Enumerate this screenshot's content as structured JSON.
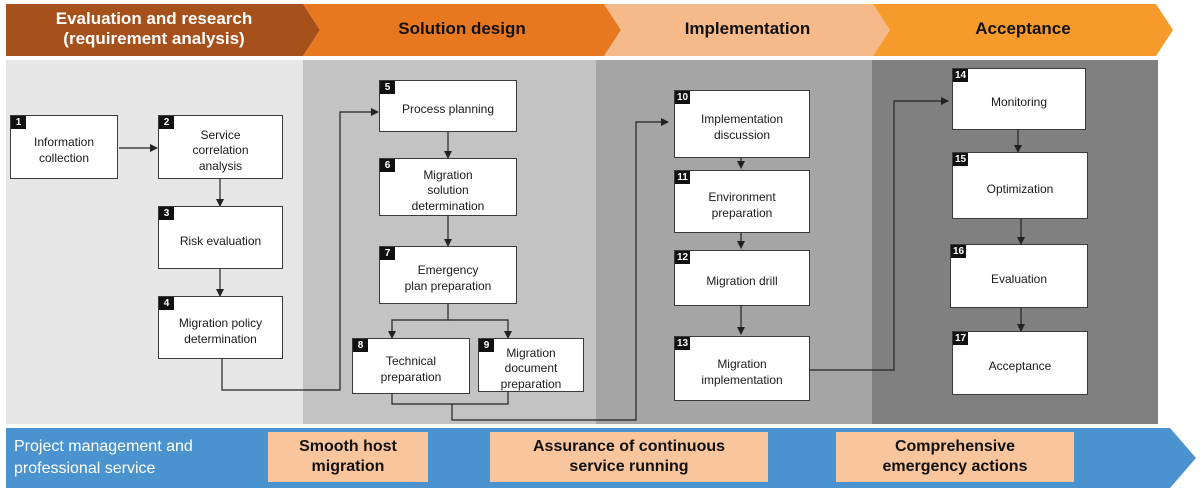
{
  "colors": {
    "phase1": "#a6511c",
    "phase2": "#e8781f",
    "phase3": "#f6b98a",
    "phase4": "#f79a2c",
    "col1": "#e6e6e6",
    "col2": "#c3c3c3",
    "col3": "#a5a5a5",
    "col4": "#808080",
    "footer_arrow": "#4b93cf",
    "highlight": "#f9c59d"
  },
  "phases": [
    {
      "label": "Evaluation and research\n(requirement analysis)"
    },
    {
      "label": "Solution design"
    },
    {
      "label": "Implementation"
    },
    {
      "label": "Acceptance"
    }
  ],
  "steps": [
    {
      "num": "1",
      "label": "Information\ncollection"
    },
    {
      "num": "2",
      "label": "Service\ncorrelation\nanalysis"
    },
    {
      "num": "3",
      "label": "Risk evaluation"
    },
    {
      "num": "4",
      "label": "Migration policy\ndetermination"
    },
    {
      "num": "5",
      "label": "Process planning"
    },
    {
      "num": "6",
      "label": "Migration\nsolution\ndetermination"
    },
    {
      "num": "7",
      "label": "Emergency\nplan preparation"
    },
    {
      "num": "8",
      "label": "Technical\npreparation"
    },
    {
      "num": "9",
      "label": "Migration\ndocument\npreparation"
    },
    {
      "num": "10",
      "label": "Implementation\ndiscussion"
    },
    {
      "num": "11",
      "label": "Environment\npreparation"
    },
    {
      "num": "12",
      "label": "Migration drill"
    },
    {
      "num": "13",
      "label": "Migration\nimplementation"
    },
    {
      "num": "14",
      "label": "Monitoring"
    },
    {
      "num": "15",
      "label": "Optimization"
    },
    {
      "num": "16",
      "label": "Evaluation"
    },
    {
      "num": "17",
      "label": "Acceptance"
    }
  ],
  "footer": {
    "label": "Project management and\nprofessional service",
    "highlights": [
      {
        "label": "Smooth host\nmigration"
      },
      {
        "label": "Assurance of continuous\nservice running"
      },
      {
        "label": "Comprehensive\nemergency actions"
      }
    ]
  }
}
